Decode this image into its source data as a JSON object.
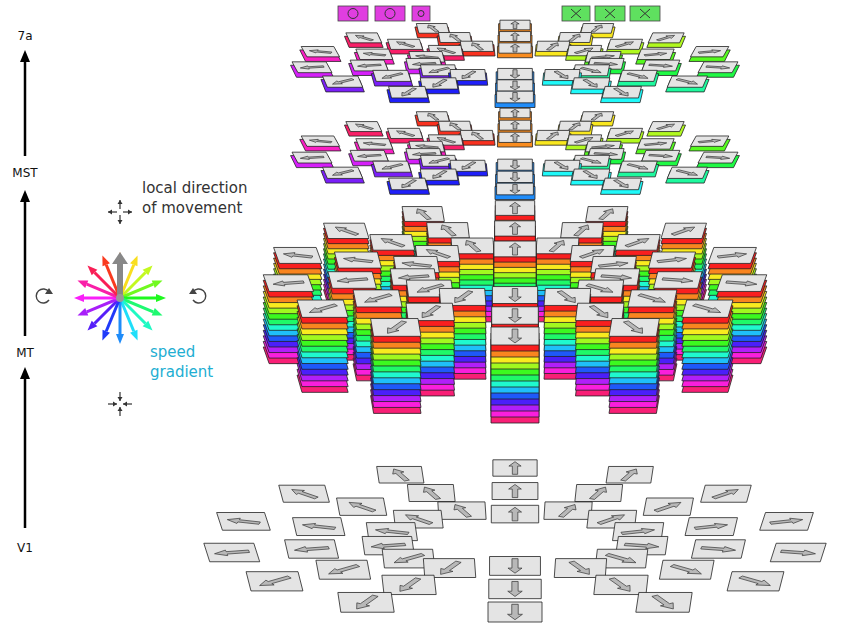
{
  "diagram": {
    "labels": [
      "7a",
      "MST",
      "MT",
      "V1",
      "local direction of movement",
      "speed gradient"
    ]
  }
}
